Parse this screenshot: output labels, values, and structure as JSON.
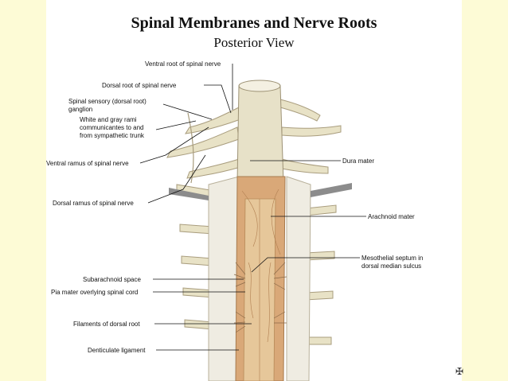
{
  "title": "Spinal Membranes and Nerve Roots",
  "subtitle": "Posterior View",
  "labels_left": {
    "ventral_root": "Ventral root of spinal nerve",
    "dorsal_root": "Dorsal root of spinal nerve",
    "ganglion_l1": "Spinal sensory (dorsal root)",
    "ganglion_l2": "ganglion",
    "rami_l1": "White and gray rami",
    "rami_l2": "communicantes to and",
    "rami_l3": "from sympathetic trunk",
    "ventral_ramus": "Ventral ramus of spinal nerve",
    "dorsal_ramus": "Dorsal ramus of spinal nerve",
    "subarachnoid": "Subarachnoid space",
    "pia_mater": "Pia mater overlying spinal cord",
    "filaments": "Filaments of dorsal root",
    "denticulate": "Denticulate ligament"
  },
  "labels_right": {
    "dura": "Dura mater",
    "arachnoid": "Arachnoid mater",
    "septum_l1": "Mesothelial septum in",
    "septum_l2": "dorsal median sulcus"
  },
  "colors": {
    "page_bg": "#fdfbd6",
    "cord": "#e7e1c8",
    "dura": "#efece2",
    "arachnoid": "#d9a878",
    "nerve": "#e8e2c6"
  }
}
